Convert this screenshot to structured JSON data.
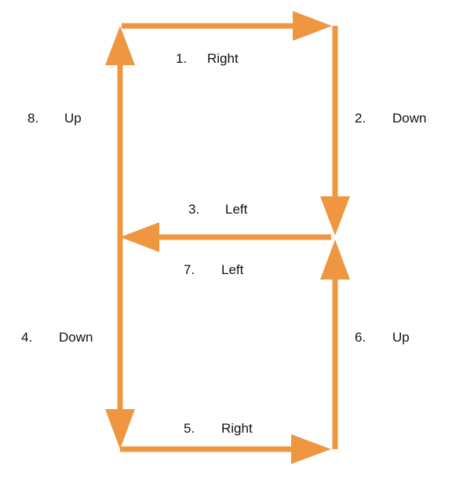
{
  "colors": {
    "arrow": "#EE9740",
    "text": "#111111",
    "background": "#ffffff"
  },
  "steps": [
    {
      "number": "1.",
      "direction": "Right"
    },
    {
      "number": "2.",
      "direction": "Down"
    },
    {
      "number": "3.",
      "direction": "Left"
    },
    {
      "number": "4.",
      "direction": "Down"
    },
    {
      "number": "5.",
      "direction": "Right"
    },
    {
      "number": "6.",
      "direction": "Up"
    },
    {
      "number": "7.",
      "direction": "Left"
    },
    {
      "number": "8.",
      "direction": "Up"
    }
  ]
}
